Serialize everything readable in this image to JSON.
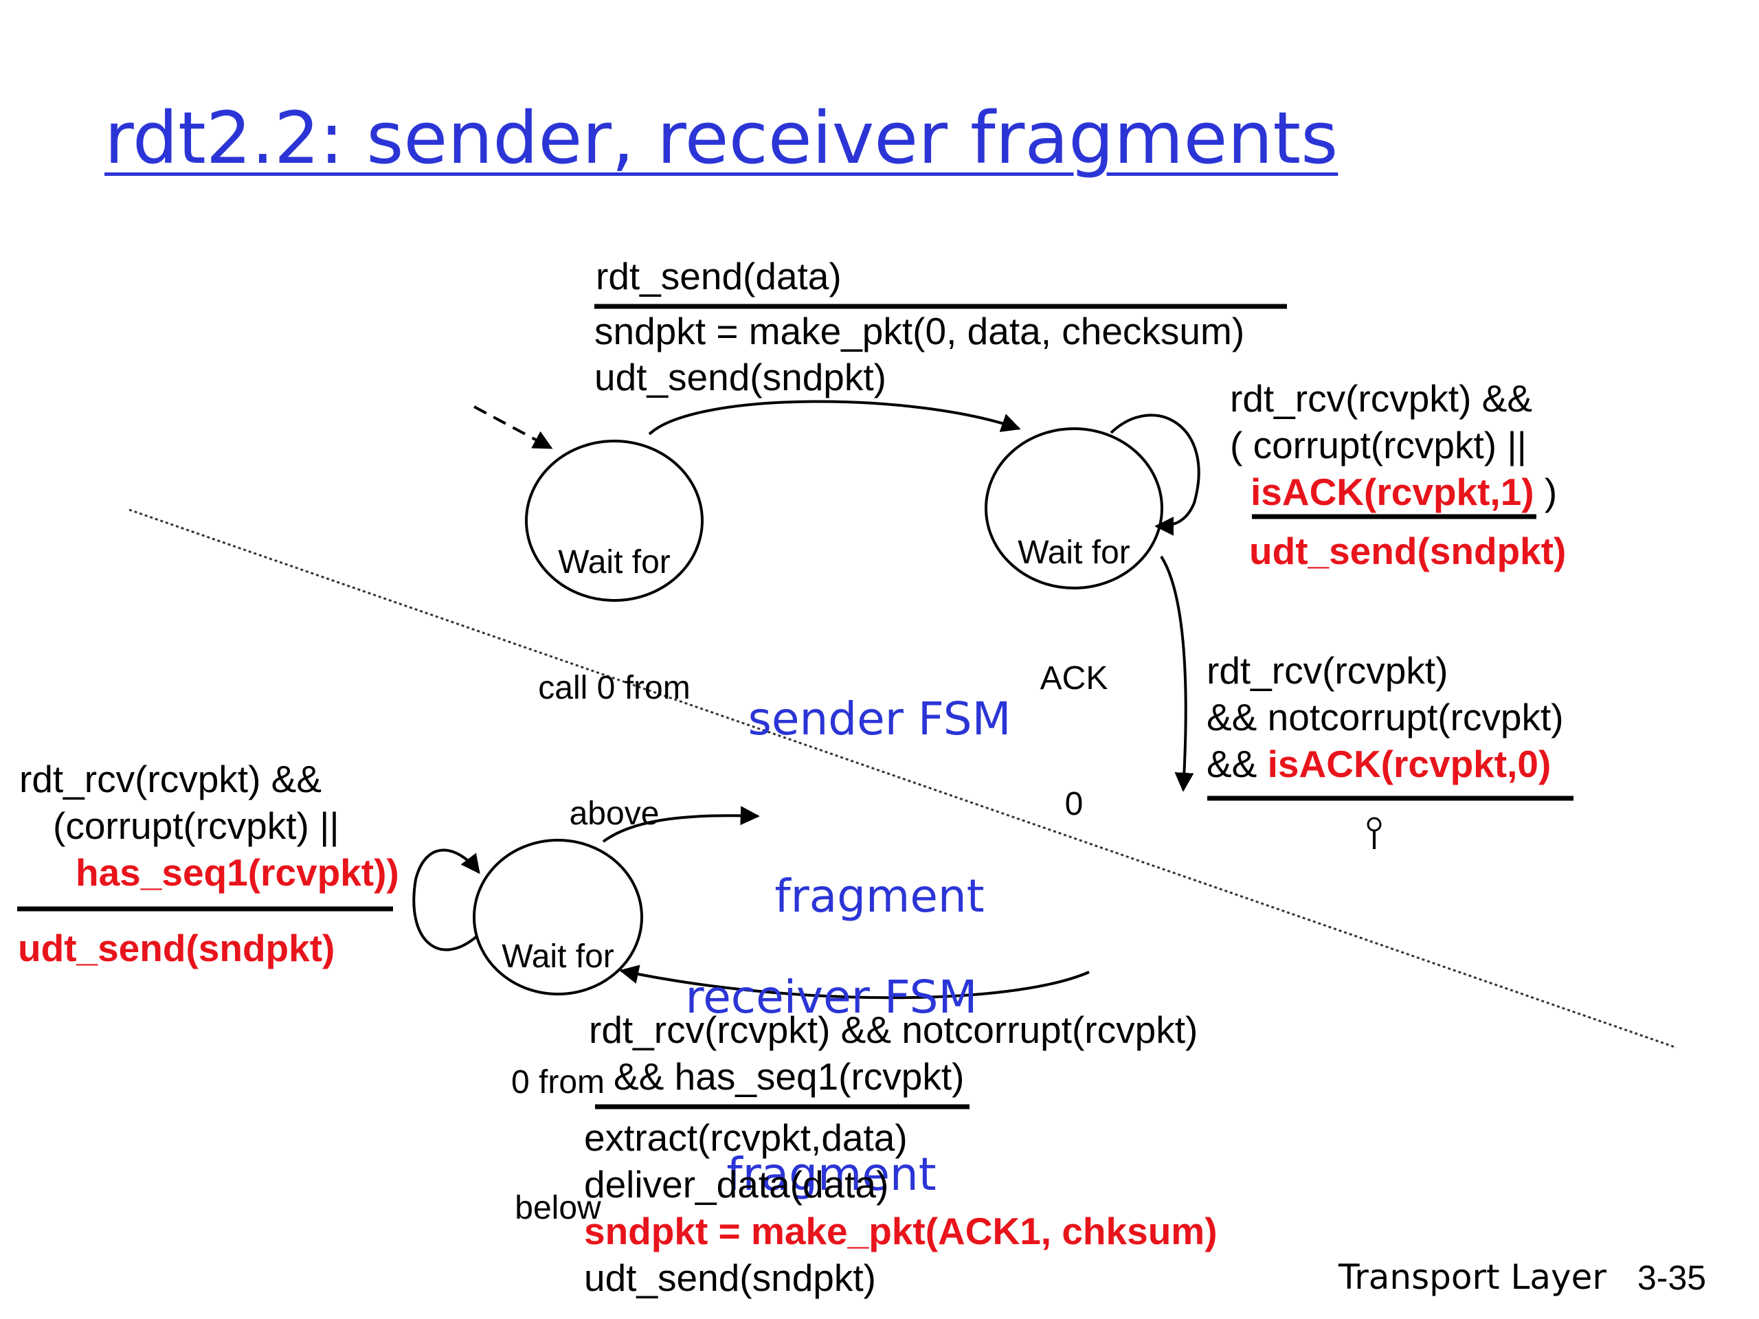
{
  "slide": {
    "title": "rdt2.2: sender, receiver fragments",
    "footer_left": "Transport Layer",
    "footer_right": "3-35"
  },
  "colors": {
    "title_blue": "#2b35d6",
    "highlight_red": "#e8141b",
    "text_black": "#000000"
  },
  "states": {
    "wait_call_0": [
      "Wait for",
      "call 0 from",
      "above"
    ],
    "wait_ack_0": [
      "Wait for",
      "ACK",
      "0"
    ],
    "wait_0_below": [
      "Wait for",
      "0 from",
      "below"
    ]
  },
  "fsm_labels": {
    "sender": [
      "sender FSM",
      "fragment"
    ],
    "receiver": [
      "receiver FSM",
      "fragment"
    ]
  },
  "transitions": {
    "send_data": {
      "event": "rdt_send(data)",
      "actions": [
        "sndpkt = make_pkt(0, data, checksum)",
        "udt_send(sndpkt)"
      ]
    },
    "sender_self_loop": {
      "event_line1": "rdt_rcv(rcvpkt) &&",
      "event_line2": "( corrupt(rcvpkt) ||",
      "event_line3_red": "isACK(rcvpkt,1)",
      "event_line3_tail": " )",
      "action_red": "udt_send(sndpkt)"
    },
    "sender_ack0": {
      "line1": "rdt_rcv(rcvpkt)",
      "line2": "&& notcorrupt(rcvpkt)",
      "line3_prefix": "&& ",
      "line3_red": "isACK(rcvpkt,0)"
    },
    "receiver_self_loop": {
      "line1": "rdt_rcv(rcvpkt) &&",
      "line2": "(corrupt(rcvpkt) ||",
      "line3_red": "has_seq1(rcvpkt))",
      "action_red": "udt_send(sndpkt)"
    },
    "receiver_seq1": {
      "event_line1": "rdt_rcv(rcvpkt) && notcorrupt(rcvpkt)",
      "event_line2": "&& has_seq1(rcvpkt)",
      "action1": "extract(rcvpkt,data)",
      "action2": "deliver_data(data)",
      "action3_red": "sndpkt = make_pkt(ACK1, chksum)",
      "action4": "udt_send(sndpkt)"
    }
  }
}
